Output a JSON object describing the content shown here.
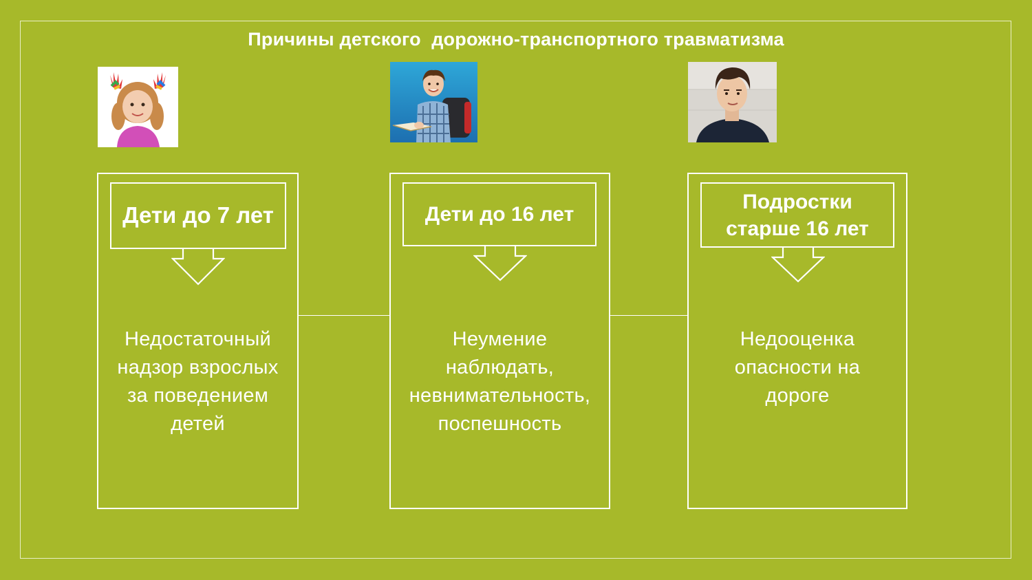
{
  "title": "Причины детского  дорожно-транспортного травматизма",
  "colors": {
    "background": "#a7b92a",
    "line": "#ffffff",
    "text": "#ffffff"
  },
  "columns": [
    {
      "heading": "Дети до 7 лет",
      "cause": [
        "Недостаточный",
        "надзор взрослых",
        "за поведением",
        "детей"
      ],
      "photo": "girl-with-painted-hands-photo"
    },
    {
      "heading": "Дети до 16 лет",
      "cause": [
        "Неумение",
        "наблюдать,",
        "невнимательность,",
        "поспешность"
      ],
      "photo": "schoolboy-with-backpack-photo"
    },
    {
      "heading_lines": [
        "Подростки",
        "старше 16 лет"
      ],
      "cause": [
        "Недооценка",
        "опасности на",
        "дороге"
      ],
      "photo": "teenage-boy-photo"
    }
  ]
}
